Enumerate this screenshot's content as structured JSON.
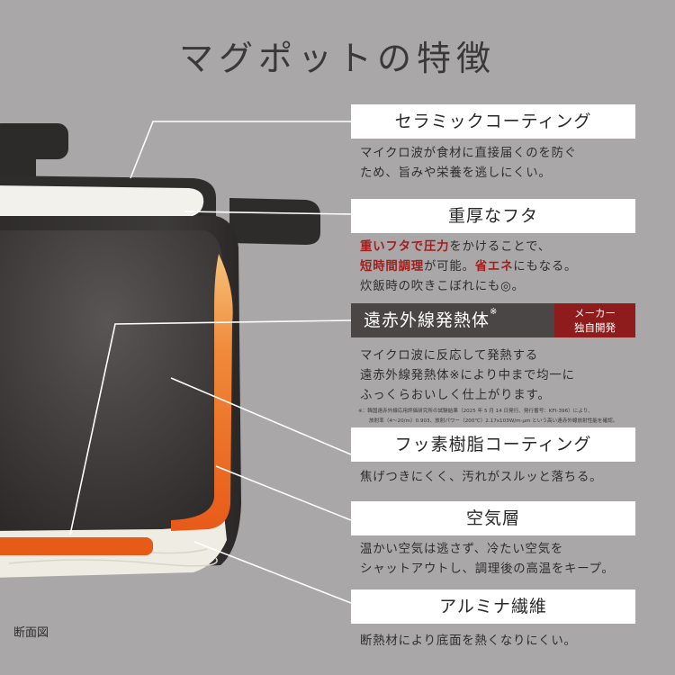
{
  "title": "マグポットの特徴",
  "caption": "断面図",
  "features": [
    {
      "label": "セラミックコーティング",
      "desc": [
        "マイクロ波が食材に直接届くのを防ぐ",
        "ため、旨みや栄養を逃しにくい。"
      ]
    },
    {
      "label": "重厚なフタ",
      "desc_line1": {
        "red1": "重いフタで圧力",
        "rest": "をかけることで、"
      },
      "desc_line2": {
        "red1": "短時間調理",
        "mid": "が可能。",
        "red2": "省エネ",
        "rest": "にもなる。"
      },
      "desc_line3": "炊飯時の吹きこぼれにも◎。"
    },
    {
      "label": "遠赤外線発熱体",
      "label_mark": "※",
      "badge": [
        "メーカー",
        "独自開発"
      ],
      "desc": [
        "マイクロ波に反応して発熱する",
        "遠赤外線発熱体※により中まで均一に",
        "ふっくらおいしく仕上がります。"
      ],
      "note": [
        "※：韓国遠赤外線応用評価研究所の試験結果（2025 年 5 月 14 日発行、発行番号：KFI-396）により、",
        "放射率（4～20/m）0.903、放射パワー（200℃）2.17x103W/m·μm という高い遠赤外線放射性能を確認。"
      ]
    },
    {
      "label": "フッ素樹脂コーティング",
      "desc": [
        "焦げつきにくく、汚れがスルッと落ちる。"
      ]
    },
    {
      "label": "空気層",
      "desc": [
        "温かい空気は逃さず、冷たい空気を",
        "シャットアウトし、調理後の高温をキープ。"
      ]
    },
    {
      "label": "アルミナ繊維",
      "desc": [
        "断熱材により底面を熱くなりにくい。"
      ]
    }
  ],
  "colors": {
    "background": "#a9a7a7",
    "pot_body": "#3b3838",
    "heating_element": "#e8651e",
    "badge": "#8f1c1c",
    "highlight_text": "#a01e1e"
  }
}
